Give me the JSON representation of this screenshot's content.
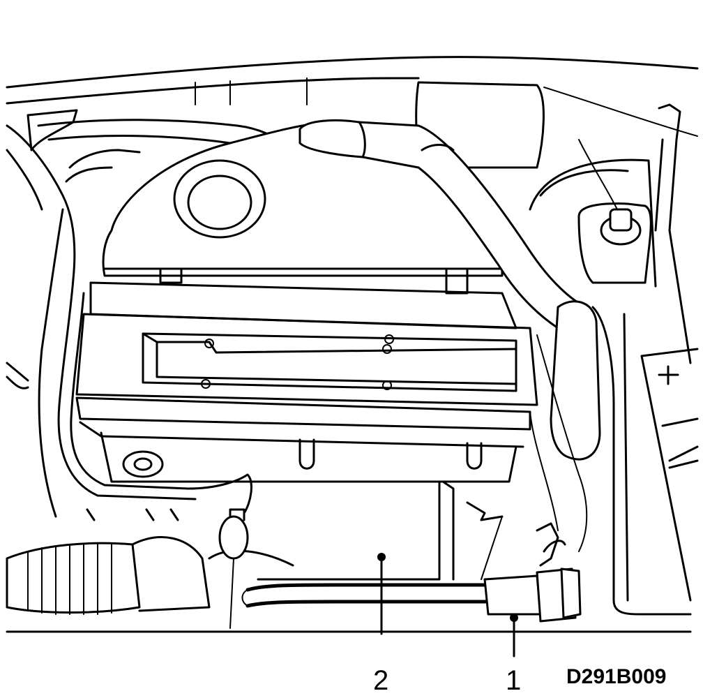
{
  "figure": {
    "code": "D291B009",
    "callouts": [
      {
        "id": "1",
        "label": "1"
      },
      {
        "id": "2",
        "label": "2"
      }
    ]
  },
  "colors": {
    "ink": "#000000",
    "paper": "#ffffff"
  }
}
